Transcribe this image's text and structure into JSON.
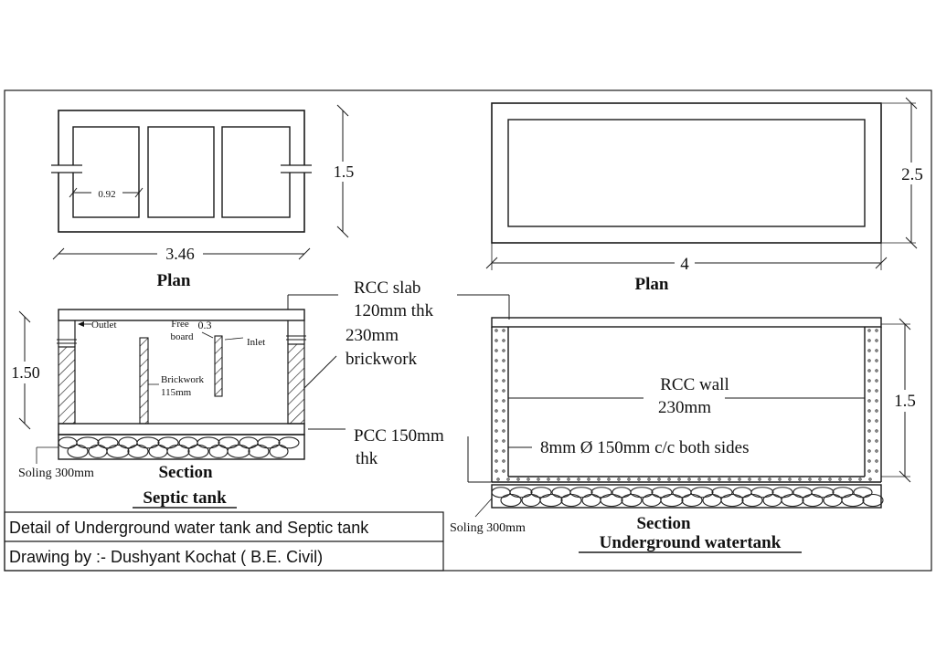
{
  "septic_tank": {
    "plan_title": "Plan",
    "dim_length": "3.46",
    "dim_width": "1.5",
    "dim_chamber": "0.92",
    "section_title": "Section",
    "name": "Septic tank",
    "outlet": "Outlet",
    "inlet": "Inlet",
    "free_board_1": "Free",
    "free_board_2": "board",
    "free_board_dim": "0.3",
    "brickwork_1": "Brickwork",
    "brickwork_2": "115mm",
    "section_height": "1.50",
    "soling": "Soling 300mm"
  },
  "callouts": {
    "rcc_slab_1": "RCC slab",
    "rcc_slab_2": "120mm thk",
    "brickwork_1": "230mm",
    "brickwork_2": "brickwork",
    "pcc_1": "PCC 150mm",
    "pcc_2": "thk"
  },
  "water_tank": {
    "plan_title": "Plan",
    "dim_length": "4",
    "dim_width": "2.5",
    "rcc_wall_1": "RCC wall",
    "rcc_wall_2": "230mm",
    "rebar": "8mm Ø 150mm c/c both sides",
    "section_height": "1.5",
    "section_title": "Section",
    "name": "Underground watertank",
    "soling": "Soling 300mm"
  },
  "title_block": {
    "title": "Detail of Underground water tank and Septic tank",
    "author": "Drawing by :- Dushyant Kochat ( B.E. Civil)"
  }
}
